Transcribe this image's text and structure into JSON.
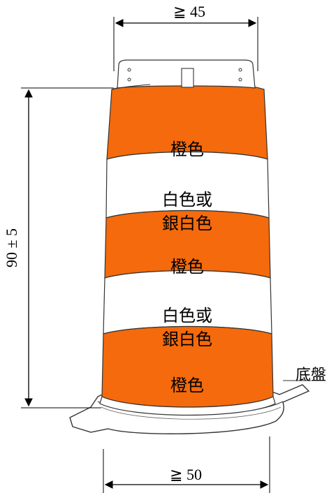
{
  "dimensions": {
    "top_width": "≧ 45",
    "height": "90 ± 5",
    "base_width": "≧ 50"
  },
  "bands": [
    {
      "color_name": "orange",
      "lines": [
        "橙色"
      ]
    },
    {
      "color_name": "white",
      "lines": [
        "白色或",
        "銀白色"
      ]
    },
    {
      "color_name": "orange",
      "lines": [
        "橙色"
      ]
    },
    {
      "color_name": "white",
      "lines": [
        "白色或",
        "銀白色"
      ]
    },
    {
      "color_name": "orange",
      "lines": [
        "橙色"
      ]
    }
  ],
  "base_label": "底盤",
  "colors": {
    "orange": "#f46a0c",
    "white": "#ffffff",
    "outline": "#333333"
  }
}
